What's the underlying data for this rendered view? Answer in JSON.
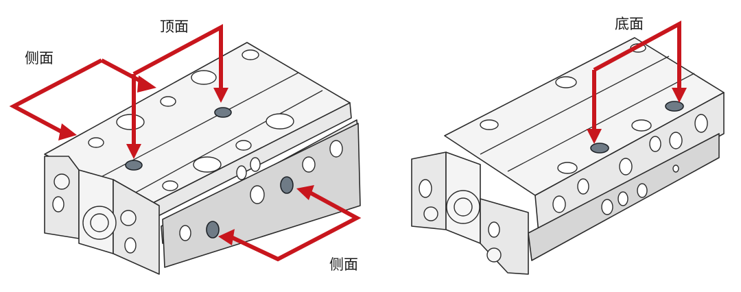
{
  "labels": {
    "left_side_top": "侧面",
    "left_top": "顶面",
    "left_side_bottom": "侧面",
    "right_bottom": "底面"
  },
  "colors": {
    "arrow": "#c8161d",
    "port": "#6f7b86",
    "body": "#e8e8e8",
    "outline": "#2b2b2b"
  }
}
